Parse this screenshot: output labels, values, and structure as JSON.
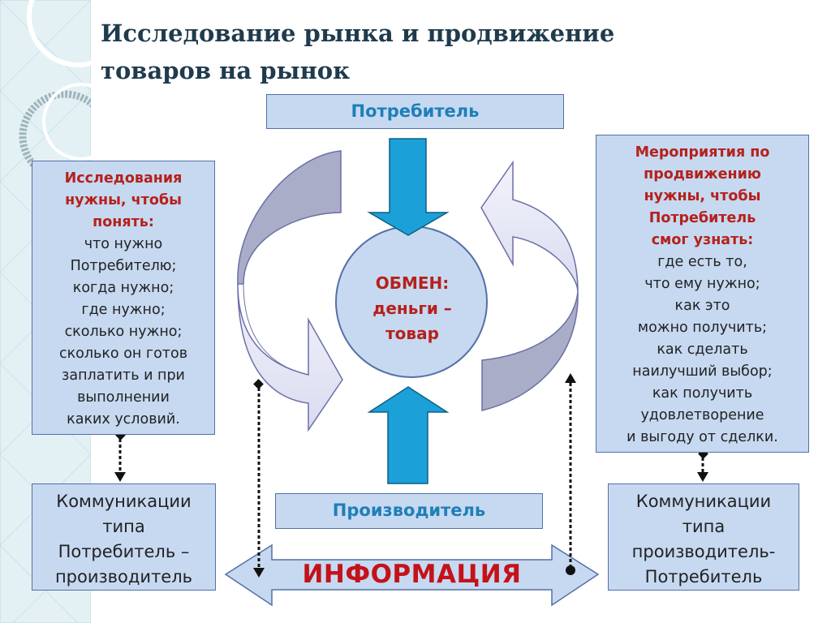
{
  "title": {
    "line1": "Исследование рынка и продвижение",
    "line2": "товаров на рынок"
  },
  "consumer_label": "Потребитель",
  "producer_label": "Производитель",
  "exchange": {
    "line1": "ОБМЕН:",
    "line2": "деньги –",
    "line3": "товар"
  },
  "information_label": "ИНФОРМАЦИЯ",
  "left_box": {
    "heading": [
      "Исследования",
      "нужны, чтобы",
      "понять:"
    ],
    "items": [
      "что нужно",
      "Потребителю;",
      "когда нужно;",
      "где нужно;",
      "сколько нужно;",
      "сколько он готов",
      "заплатить и при",
      "выполнении",
      "каких условий."
    ]
  },
  "right_box": {
    "heading": [
      "Мероприятия по",
      "продвижению",
      "нужны, чтобы",
      "Потребитель",
      "смог узнать:"
    ],
    "items": [
      "где есть то,",
      "что ему нужно;",
      "как это",
      "можно получить;",
      "как сделать",
      "наилучший выбор;",
      "как получить",
      "удовлетворение",
      "и выгоду от сделки."
    ]
  },
  "comm_left": [
    "Коммуникации",
    "типа",
    "Потребитель –",
    "производитель"
  ],
  "comm_right": [
    "Коммуникации",
    "типа",
    "производитель-",
    "Потребитель"
  ],
  "colors": {
    "box_fill": "#c6d9f1",
    "box_border": "#5470a6",
    "arrow_blue": "#1ba0d8",
    "heading_red": "#b5211b",
    "label_blue": "#1f7fb8",
    "title_dark": "#1f3b4d"
  }
}
